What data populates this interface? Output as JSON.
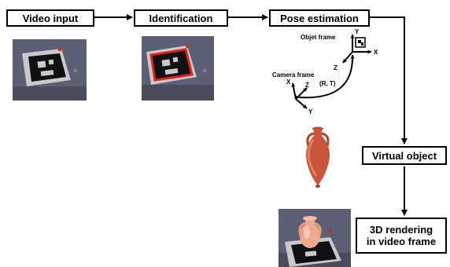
{
  "steps": {
    "video_input": "Video input",
    "identification": "Identification",
    "pose_estimation": "Pose estimation",
    "virtual_object": "Virtual object",
    "rendering_line1": "3D rendering",
    "rendering_line2": "in video frame"
  },
  "pose": {
    "object_frame": "Objet frame",
    "camera_frame": "Camera frame",
    "transform": "(R, T)"
  },
  "axes": {
    "object": {
      "x": "X",
      "y": "Y",
      "z": "Z"
    },
    "camera": {
      "x": "X",
      "y": "Y",
      "z": "Z"
    }
  },
  "colors": {
    "marker_highlight": "#e0201c",
    "vase": "#c8553a",
    "photo_bg": "#5d5f74"
  }
}
